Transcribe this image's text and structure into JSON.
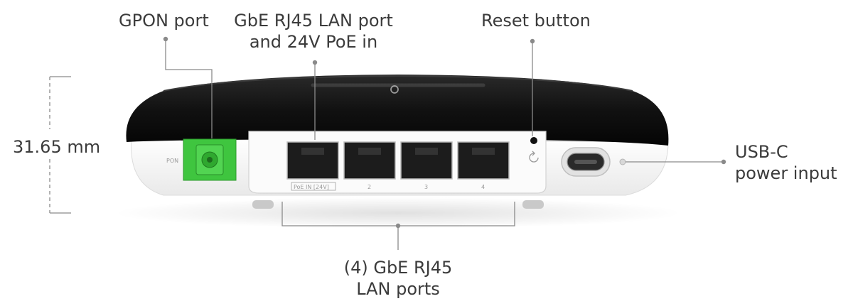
{
  "labels": {
    "gpon": "GPON port",
    "rj45_poe_line1": "GbE RJ45 LAN port",
    "rj45_poe_line2": "and 24V PoE in",
    "reset": "Reset button",
    "height": "31.65 mm",
    "usbc_line1": "USB-C",
    "usbc_line2": "power input",
    "lan_ports_line1": "(4) GbE RJ45",
    "lan_ports_line2": "LAN ports"
  },
  "device": {
    "pon_text": "PON",
    "port_labels": [
      "PoE IN [24V]",
      "2",
      "3",
      "4"
    ]
  },
  "colors": {
    "text": "#3b3b3b",
    "leader_line": "#8a8a8a",
    "device_top": "#141414",
    "device_body": "#f3f3f3",
    "gpon_green": "#3fc53f"
  }
}
